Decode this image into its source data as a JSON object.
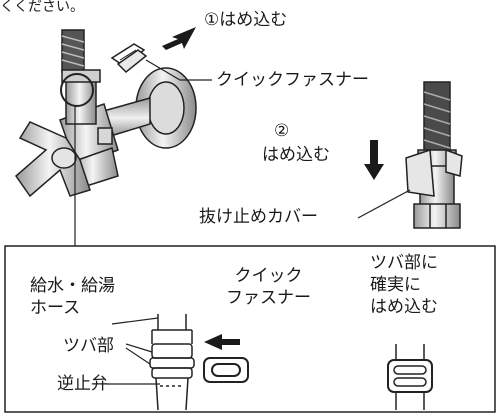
{
  "header_fragment": "くください。",
  "top": {
    "step1_label": "①はめ込む",
    "quick_fastener_label": "クイックファスナー",
    "step2_number": "②",
    "step2_label": "はめ込む",
    "cover_label": "抜け止めカバー"
  },
  "detail": {
    "hose_label": "給水・給湯\nホース",
    "flange_label": "ツバ部",
    "check_valve_label": "逆止弁",
    "fastener_label": "クイック\nファスナー",
    "seat_label": "ツバ部に\n確実に\nはめ込む"
  }
}
